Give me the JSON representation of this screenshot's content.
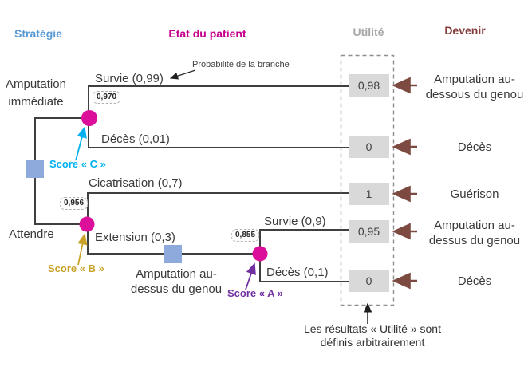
{
  "headers": {
    "strategy": "Stratégie",
    "patient_state": "Etat du patient",
    "utility": "Utilité",
    "outcome": "Devenir"
  },
  "strategies": {
    "immediate": "Amputation\nimmédiate",
    "wait": "Attendre"
  },
  "branches": {
    "survie_099": "Survie (0,99)",
    "deces_001": "Décès (0,01)",
    "cicatrisation_07": "Cicatrisation (0,7)",
    "extension_03": "Extension (0,3)",
    "survie_09": "Survie (0,9)",
    "deces_01": "Décès (0,1)",
    "extension_outcome": "Amputation au-\ndessus du genou"
  },
  "scores": {
    "c": {
      "label": "Score « C »",
      "value": "0,970"
    },
    "b": {
      "label": "Score « B »",
      "value": "0,956"
    },
    "a": {
      "label": "Score « A »",
      "value": "0,855"
    }
  },
  "utilities": [
    "0,98",
    "0",
    "1",
    "0,95",
    "0"
  ],
  "outcomes": [
    "Amputation au-\ndessous du genou",
    "Décès",
    "Guérison",
    "Amputation au-\ndessus du genou",
    "Décès"
  ],
  "annotations": {
    "branch_probability": "Probabilité de la branche",
    "utility_note": "Les résultats « Utilité » sont\ndéfinis arbitrairement"
  },
  "colors": {
    "strategy_header": "#5B9BD5",
    "patient_header": "#C4008C",
    "utility_header": "#A6A6A6",
    "outcome_header": "#843C3C",
    "chance_node": "#DC0F9B",
    "decision_node": "#8EA9DB",
    "outcome_arrow": "#7D4A42",
    "score_c": "#00B0F0",
    "score_b": "#C9A227",
    "score_a": "#7030A0"
  }
}
